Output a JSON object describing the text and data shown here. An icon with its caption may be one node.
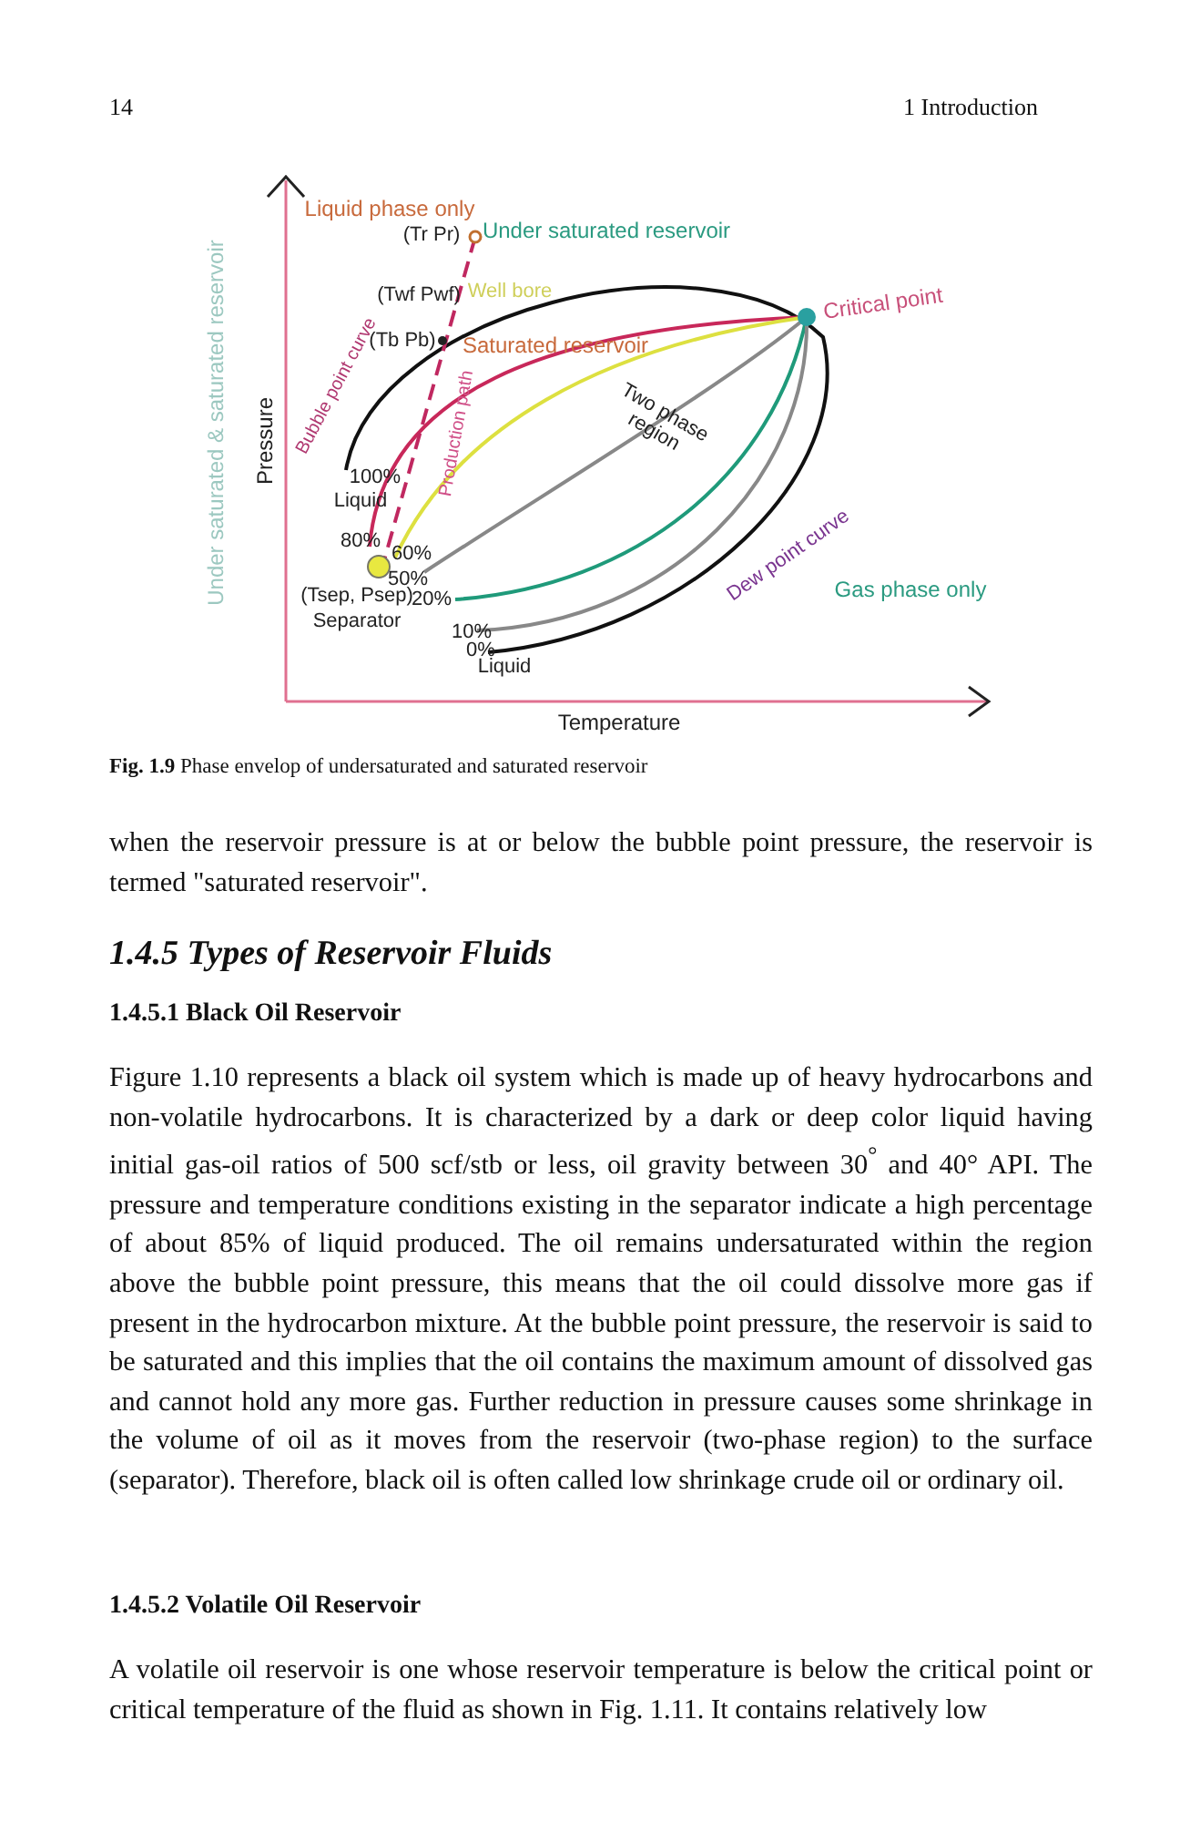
{
  "diagram": {
    "caption": "**Fig. 1.9** Phase envelop of undersaturated and saturated reservoir",
    "labels": [
      "14",
      "1 Introduction",
      "Liquid phase only",
      "(Tr Pr)",
      "Under saturated reservoir",
      "(Twf Pwf)",
      "Well bore",
      "Critical point",
      "Bubble point curve",
      "(Tb Pb)",
      "Saturated reservoir",
      "Production path",
      "Under saturated & saturated reservoir",
      "Pressure",
      "Two phase region",
      "100%",
      "Liquid",
      "80%",
      "60%",
      "50%",
      "(Tsep, Psep)",
      "20%",
      "Separator",
      "10%",
      "Dew point curve",
      "Gas phase only",
      "0%",
      "Liquid",
      "Temperature",
      "when the reservoir pressure is at or below the bubble point pressure, the reservoir is termed \"saturated reservoir\".",
      "1.4.5 Types of Reservoir Fluids",
      "1.4.5.1 Black Oil Reservoir",
      "Figure 1.10 represents a black oil system which is made up of heavy hydrocarbons and non-volatile hydrocarbons. It is characterized by a dark or deep color liquid having initial gas-oil ratios of 500 scf/stb or less, oil gravity between 30$^{°}$ and 40° API. The pressure and temperature conditions existing in the separator indicate a high percentage of about 85% of liquid produced. The oil remains undersaturated within the region above the bubble point pressure, this means that the oil could dissolve more gas if present in the hydrocarbon mixture. At the bubble point pressure, the reservoir is said to be saturated and this implies that the oil contains the maximum amount of dissolved gas and cannot hold any more gas. Further reduction in pressure causes some shrinkage in the volume of oil as it moves from the reservoir (two-phase region) to the surface (separator). Therefore, black oil is often called low shrinkage crude oil or ordinary oil.",
      "1.4.5.2 Volatile Oil Reservoir",
      "A volatile oil reservoir is one whose reservoir temperature is below the critical point or critical temperature of the fluid as shown in Fig. 1.11. It contains relatively low"
    ]
  }
}
